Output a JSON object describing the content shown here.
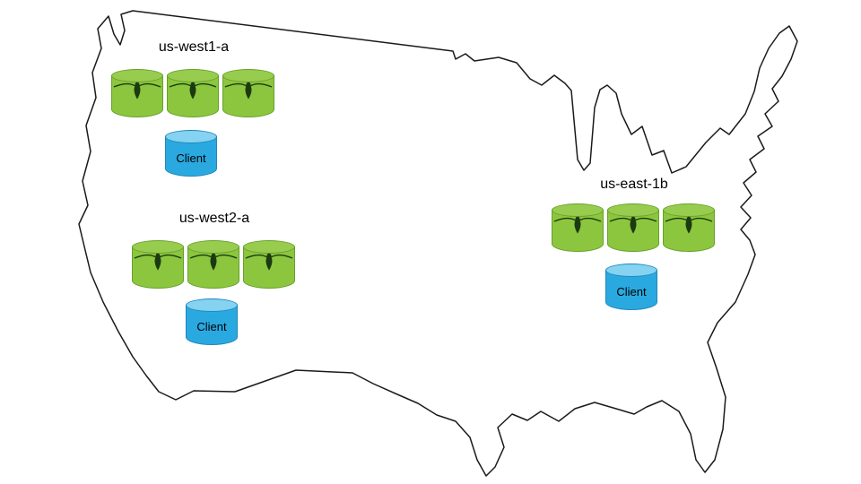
{
  "map": {
    "name": "united-states-outline"
  },
  "regions": [
    {
      "label": "us-west1-a",
      "client_label": "Client",
      "node_count": 3,
      "node_icon": "cockroach-icon"
    },
    {
      "label": "us-west2-a",
      "client_label": "Client",
      "node_count": 3,
      "node_icon": "cockroach-icon"
    },
    {
      "label": "us-east-1b",
      "client_label": "Client",
      "node_count": 3,
      "node_icon": "cockroach-icon"
    }
  ],
  "colors": {
    "db_node_green": "#8CC63E",
    "db_node_green_top": "#98CC4F",
    "db_node_green_border": "#67A12B",
    "client_blue": "#2AA9E0",
    "client_blue_top": "#85D2F1",
    "client_blue_border": "#2187BC",
    "bug_icon_dark": "#1C3A10",
    "map_outline": "#1A1A1A",
    "background": "#FFFFFF"
  }
}
